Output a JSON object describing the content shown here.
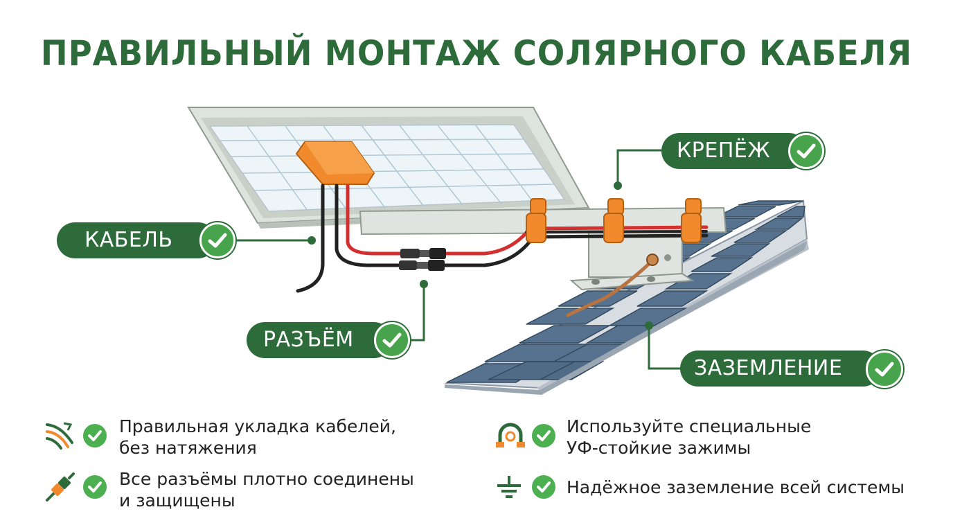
{
  "title": "ПРАВИЛЬНЫЙ МОНТАЖ СОЛЯРНОГО КАБЕЛЯ",
  "callouts": {
    "cable": "КАБЕЛЬ",
    "connector": "РАЗЪЁМ",
    "fastener": "КРЕПЁЖ",
    "grounding": "ЗАЗЕМЛЕНИЕ"
  },
  "tips": [
    {
      "icon": "cable-routing-icon",
      "line1": "Правильная укладка кабелей,",
      "line2": "без натяжения"
    },
    {
      "icon": "plug-connector-icon",
      "line1": "Все разъёмы плотно соединены",
      "line2": "и защищены"
    },
    {
      "icon": "uv-clamp-icon",
      "line1": "Используйте специальные",
      "line2": "УФ-стойкие зажимы"
    },
    {
      "icon": "ground-symbol-icon",
      "line1": "Надёжное заземление всей системы",
      "line2": ""
    }
  ],
  "colors": {
    "brand_green": "#2e6b3a",
    "check_green": "#48a44c",
    "clamp_orange": "#f08a2c",
    "cable_red": "#d32f2f",
    "cable_black": "#222222",
    "roof_tile": "#4f6b85"
  }
}
